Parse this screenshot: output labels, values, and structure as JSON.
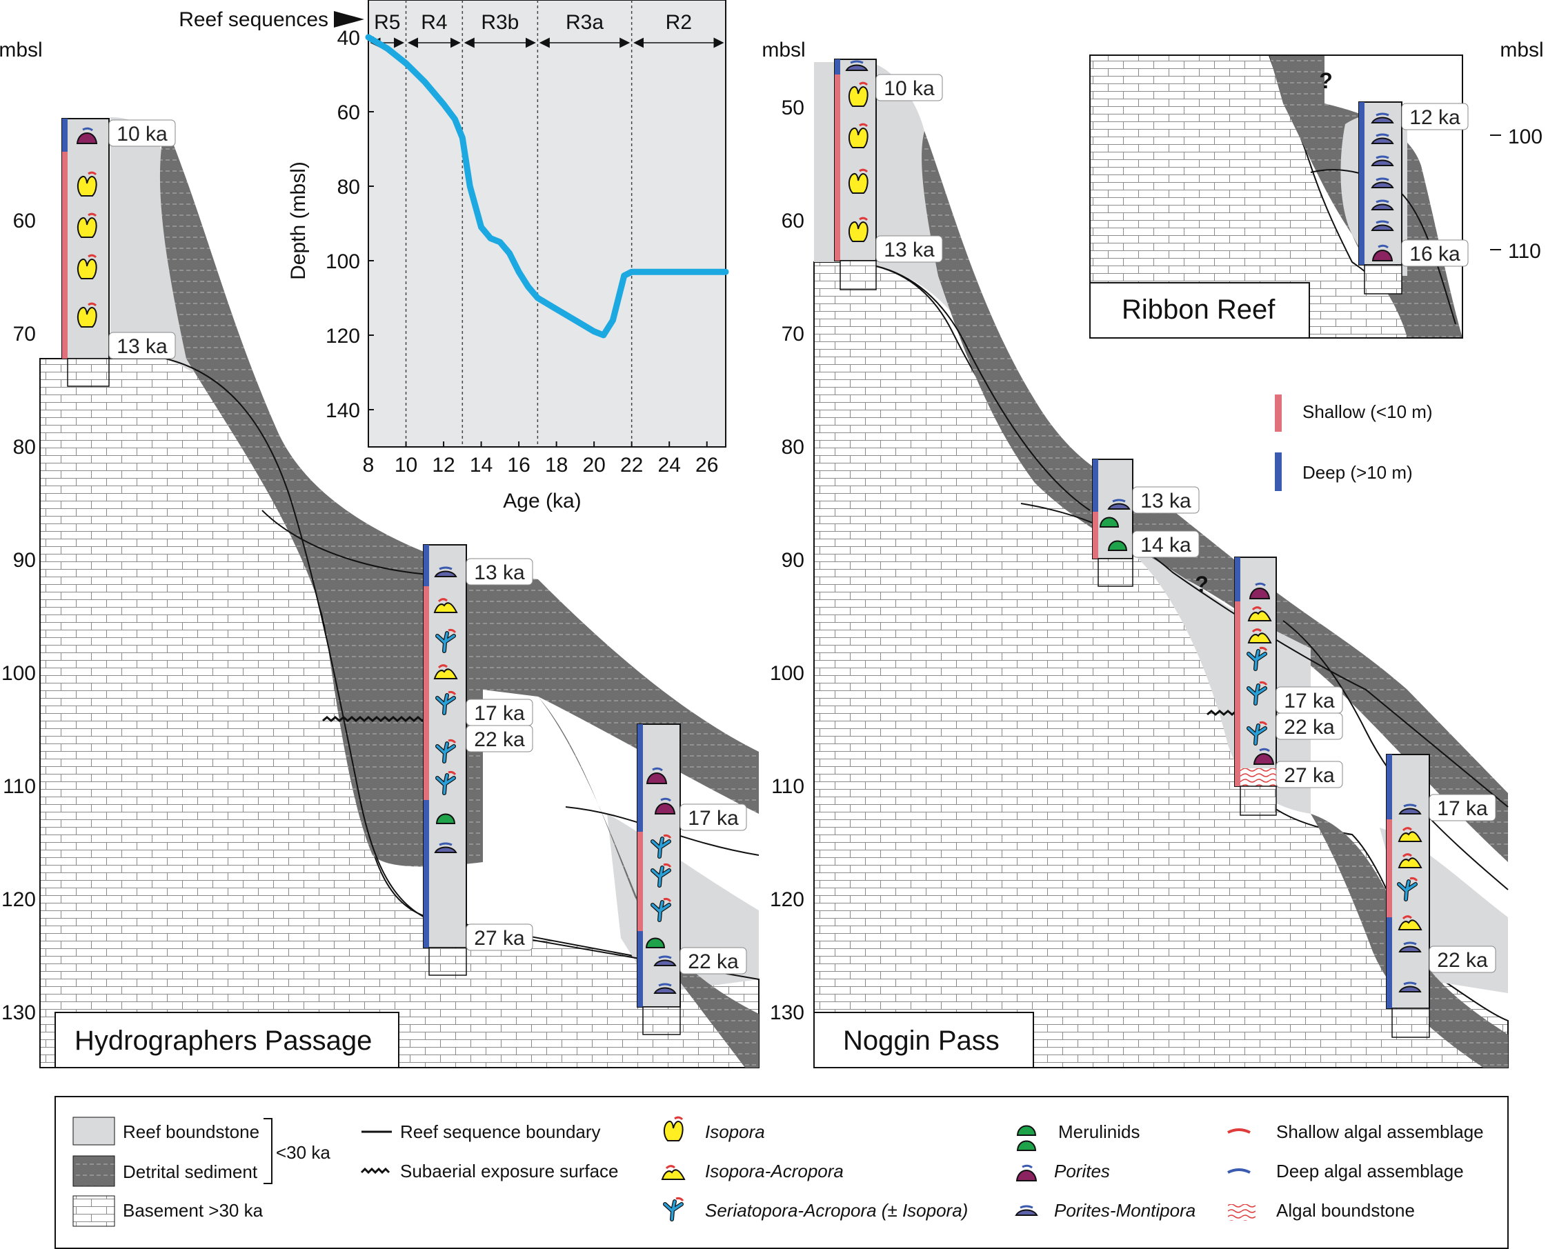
{
  "hydrographers": {
    "title": "Hydrographers Passage",
    "depth_unit": "mbsl",
    "depth_ticks": [
      "60",
      "70",
      "80",
      "90",
      "100",
      "110",
      "120",
      "130"
    ],
    "cores": [
      {
        "top_age": "10 ka",
        "bottom_age": "13 ka"
      },
      {
        "ages": [
          "13 ka",
          "17 ka",
          "22 ka",
          "27 ka"
        ]
      },
      {
        "ages": [
          "17 ka",
          "22 ka"
        ]
      }
    ]
  },
  "noggin": {
    "title": "Noggin Pass",
    "depth_unit": "mbsl",
    "depth_ticks": [
      "50",
      "60",
      "70",
      "80",
      "90",
      "100",
      "110",
      "120",
      "130"
    ],
    "cores": [
      {
        "ages": [
          "10 ka",
          "13 ka"
        ]
      },
      {
        "ages": [
          "13 ka",
          "14 ka"
        ]
      },
      {
        "ages": [
          "17 ka",
          "22 ka",
          "27 ka"
        ]
      },
      {
        "ages": [
          "17 ka",
          "22 ka"
        ]
      }
    ],
    "question": "?"
  },
  "ribbon": {
    "title": "Ribbon Reef",
    "depth_unit": "mbsl",
    "depth_ticks": [
      "100",
      "110"
    ],
    "ages": [
      "12 ka",
      "16 ka"
    ],
    "question": "?"
  },
  "water_depth_key": {
    "shallow": "Shallow (<10 m)",
    "deep": "Deep (>10 m)",
    "shallow_color": "#e0707a",
    "deep_color": "#3a5bb0"
  },
  "chart_data": {
    "type": "line",
    "title": "",
    "xlabel": "Age (ka)",
    "ylabel": "Depth (mbsl)",
    "xlim": [
      8,
      27
    ],
    "ylim": [
      150,
      30
    ],
    "x_ticks": [
      "8",
      "10",
      "12",
      "14",
      "16",
      "18",
      "20",
      "22",
      "24",
      "26"
    ],
    "y_ticks": [
      "40",
      "60",
      "80",
      "100",
      "120",
      "140"
    ],
    "sequences_label": "Reef sequences",
    "sequences": [
      {
        "name": "R5",
        "from": 8,
        "to": 10
      },
      {
        "name": "R4",
        "from": 10,
        "to": 13
      },
      {
        "name": "R3b",
        "from": 13,
        "to": 17
      },
      {
        "name": "R3a",
        "from": 17,
        "to": 22
      },
      {
        "name": "R2",
        "from": 22,
        "to": 27
      }
    ],
    "series": [
      {
        "color": "#1ca8e0",
        "x": [
          8,
          9,
          10,
          11,
          12,
          12.6,
          13,
          13.4,
          14,
          14.5,
          15,
          15.5,
          16,
          16.5,
          17,
          18,
          19,
          20,
          20.5,
          21,
          21.6,
          22,
          24,
          27
        ],
        "y": [
          40,
          43,
          47,
          52,
          58,
          62,
          67,
          80,
          91,
          94,
          95,
          98,
          103,
          107,
          110,
          113,
          116,
          119,
          120,
          116,
          104,
          103,
          103,
          103
        ]
      }
    ]
  },
  "legend": {
    "reef_boundstone": "Reef boundstone",
    "detrital_sediment": "Detrital sediment",
    "age_bracket": "<30 ka",
    "basement": "Basement >30 ka",
    "sequence_boundary": "Reef sequence boundary",
    "exposure_surface": "Subaerial exposure surface",
    "isopora": "Isopora",
    "isopora_acropora": "Isopora-Acropora",
    "seriatopora": "Seriatopora-Acropora (± Isopora)",
    "merulinids": "Merulinids",
    "porites": "Porites",
    "porites_montipora": "Porites-Montipora",
    "shallow_algal": "Shallow algal assemblage",
    "deep_algal": "Deep algal assemblage",
    "algal_boundstone": "Algal boundstone"
  },
  "colors": {
    "boundstone": "#d9dadc",
    "detrital": "#6f6f6f",
    "isopora": "#ffee22",
    "merulinid": "#1fa34a",
    "porites": "#8a2360",
    "porites_montipora": "#5d62a8",
    "seriatopora": "#2aa0d8",
    "curve": "#1ca8e0"
  }
}
